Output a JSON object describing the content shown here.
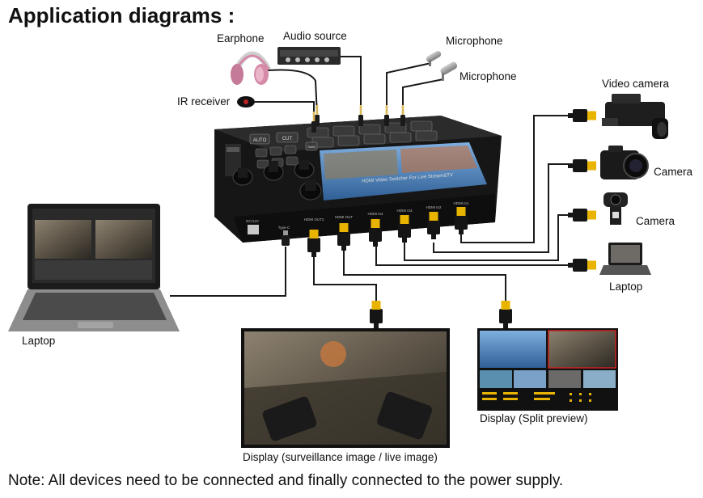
{
  "heading": "Application diagrams :",
  "labels": {
    "earphone": "Earphone",
    "audio_source": "Audio source",
    "microphone_1": "Microphone",
    "microphone_2": "Microphone",
    "ir_receiver": "IR receiver",
    "video_camera": "Video camera",
    "camera_1": "Camera",
    "camera_2": "Camera",
    "laptop_right": "Laptop",
    "laptop_left": "Laptop",
    "display_live": "Display (surveillance image / live image)",
    "display_split": "Display (Split preview)"
  },
  "switcher": {
    "buttons": [
      "AUTO",
      "CUT",
      "TAKE"
    ],
    "screen_caption": "HDMI Video Switcher For Live Stream&TV",
    "ports": [
      "DC/12V",
      "Type-C",
      "HDMI OUT2",
      "HDMI OUT",
      "HDMI In4",
      "HDMI In3",
      "HDMI In2",
      "HDMI In1"
    ]
  },
  "note": "Note: All devices need to be connected and finally connected to the power supply.",
  "colors": {
    "cable": "#1a1a1a",
    "hdmi_gold": "#e8b400",
    "device_dark": "#1c1c1c",
    "screen_blue": "#6a8fc0",
    "split_border": "#cc2222",
    "headphone_pink": "#d48aa8"
  }
}
